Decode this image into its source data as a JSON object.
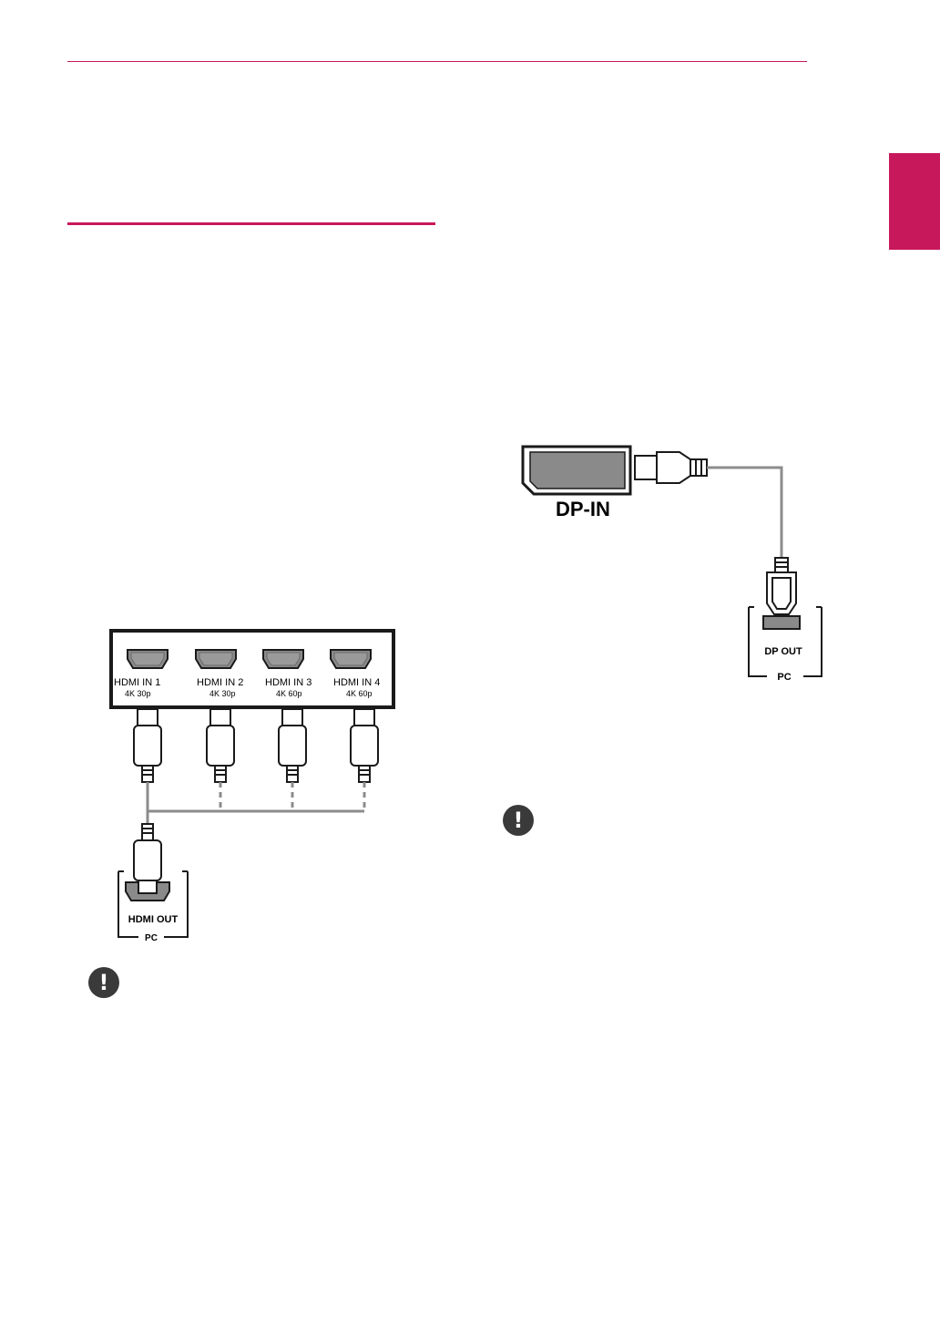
{
  "hdmi_diagram": {
    "ports": [
      {
        "name": "HDMI IN 1",
        "spec": "4K 30p"
      },
      {
        "name": "HDMI IN 2",
        "spec": "4K 30p"
      },
      {
        "name": "HDMI IN 3",
        "spec": "4K 60p"
      },
      {
        "name": "HDMI IN 4",
        "spec": "4K 60p"
      }
    ],
    "source_port": "HDMI OUT",
    "source_device": "PC"
  },
  "dp_diagram": {
    "input_label": "DP-IN",
    "source_port": "DP OUT",
    "source_device": "PC"
  },
  "notes": {
    "icon": "exclamation-note-icon",
    "glyph": "!"
  },
  "colors": {
    "accent": "#c8185c",
    "line": "#1a1a1a",
    "port_fill": "#8a8a8a",
    "cable_gray": "#8c8c8c"
  }
}
